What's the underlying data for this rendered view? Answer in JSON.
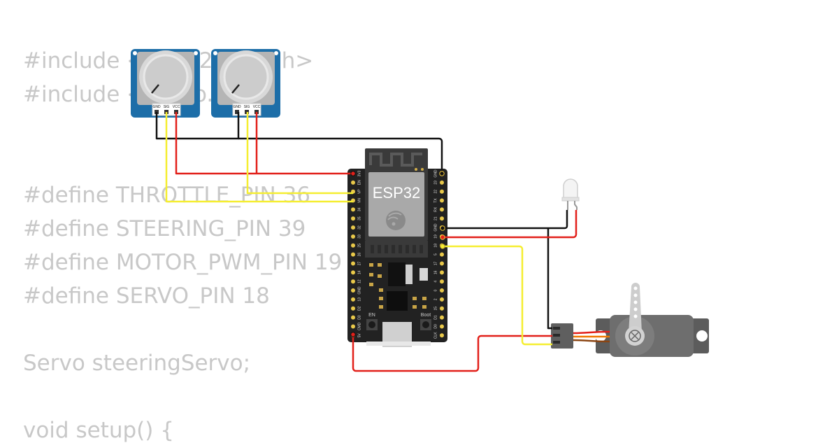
{
  "code_lines": [
    "#include <ESP32Servo.h>",
    "#include <Servo.h>",
    "",
    "",
    "#define THROTTLE_PIN 36",
    "#define STEERING_PIN 39",
    "#define MOTOR_PWM_PIN 19",
    "#define SERVO_PIN 18",
    "",
    "Servo steeringServo;",
    "",
    "void setup() {"
  ],
  "esp32": {
    "title": "ESP32",
    "button_en": "EN",
    "button_boot": "Boot",
    "left_pins": [
      "3V3",
      "EN",
      "VP",
      "VN",
      "34",
      "35",
      "32",
      "33",
      "25",
      "26",
      "27",
      "14",
      "12",
      "GND",
      "13",
      "D2",
      "D3",
      "CMD",
      "5V"
    ],
    "right_pins": [
      "GND",
      "23",
      "22",
      "TX",
      "RX",
      "21",
      "GND",
      "19",
      "18",
      "5",
      "17",
      "16",
      "4",
      "0",
      "2",
      "15",
      "D1",
      "D0",
      "CLK"
    ]
  },
  "potentiometers": [
    {
      "pins": [
        "GND",
        "SIG",
        "VCC"
      ]
    },
    {
      "pins": [
        "GND",
        "SIG",
        "VCC"
      ]
    }
  ],
  "colors": {
    "wire_black": "#111111",
    "wire_red": "#e2201a",
    "wire_yellow": "#f5ee30",
    "pot_board": "#1d6ea8",
    "esp_board": "#222222",
    "servo_body": "#666666"
  }
}
